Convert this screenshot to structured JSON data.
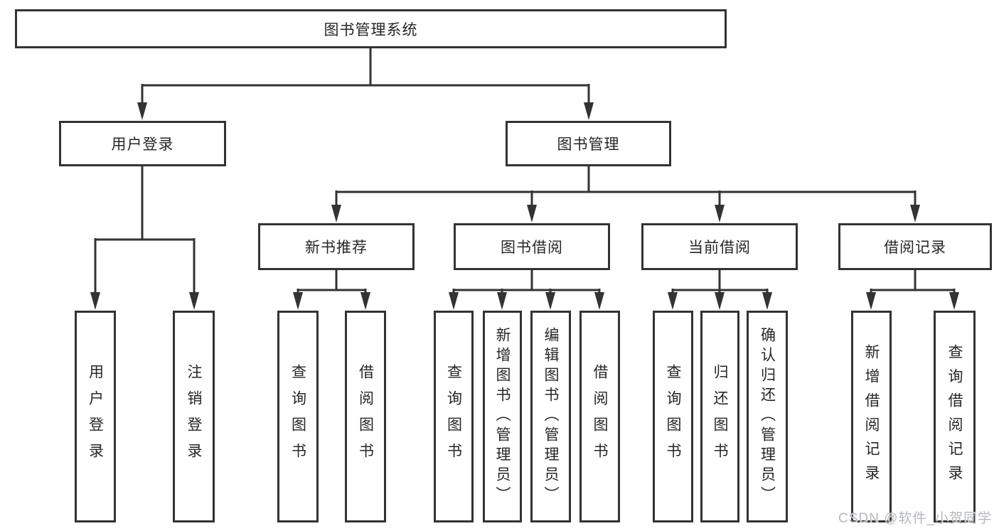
{
  "nodes": {
    "root": "图书管理系统",
    "user_login_group": "用户登录",
    "book_mgmt": "图书管理",
    "user_login": "用户登录",
    "logout": "注销登录",
    "new_book_rec": "新书推荐",
    "book_borrow": "图书借阅",
    "current_borrow": "当前借阅",
    "borrow_records": "借阅记录",
    "nbr_query_books": "查询图书",
    "nbr_borrow_books": "借阅图书",
    "bb_query_books": "查询图书",
    "bb_add_books": "新增图书（管理员）",
    "bb_edit_books": "编辑图书（管理员）",
    "bb_borrow_books": "借阅图书",
    "cb_query_books": "查询图书",
    "cb_return_books": "归还图书",
    "cb_confirm_return": "确认归还（管理员）",
    "br_add_record": "新增借阅记录",
    "br_query_record": "查询借阅记录"
  },
  "structure": [
    [
      "root",
      "user_login_group"
    ],
    [
      "root",
      "book_mgmt"
    ],
    [
      "user_login_group",
      "user_login"
    ],
    [
      "user_login_group",
      "logout"
    ],
    [
      "book_mgmt",
      "new_book_rec"
    ],
    [
      "book_mgmt",
      "book_borrow"
    ],
    [
      "book_mgmt",
      "current_borrow"
    ],
    [
      "book_mgmt",
      "borrow_records"
    ],
    [
      "new_book_rec",
      "nbr_query_books"
    ],
    [
      "new_book_rec",
      "nbr_borrow_books"
    ],
    [
      "book_borrow",
      "bb_query_books"
    ],
    [
      "book_borrow",
      "bb_add_books"
    ],
    [
      "book_borrow",
      "bb_edit_books"
    ],
    [
      "book_borrow",
      "bb_borrow_books"
    ],
    [
      "current_borrow",
      "cb_query_books"
    ],
    [
      "current_borrow",
      "cb_return_books"
    ],
    [
      "current_borrow",
      "cb_confirm_return"
    ],
    [
      "borrow_records",
      "br_add_record"
    ],
    [
      "borrow_records",
      "br_query_record"
    ]
  ],
  "watermark": "CSDN @软件_小贺同学",
  "colors": {
    "line": "#333333",
    "box_border": "#333333",
    "text": "#262626",
    "background": "#ffffff",
    "watermark": "#b5b8bc"
  }
}
